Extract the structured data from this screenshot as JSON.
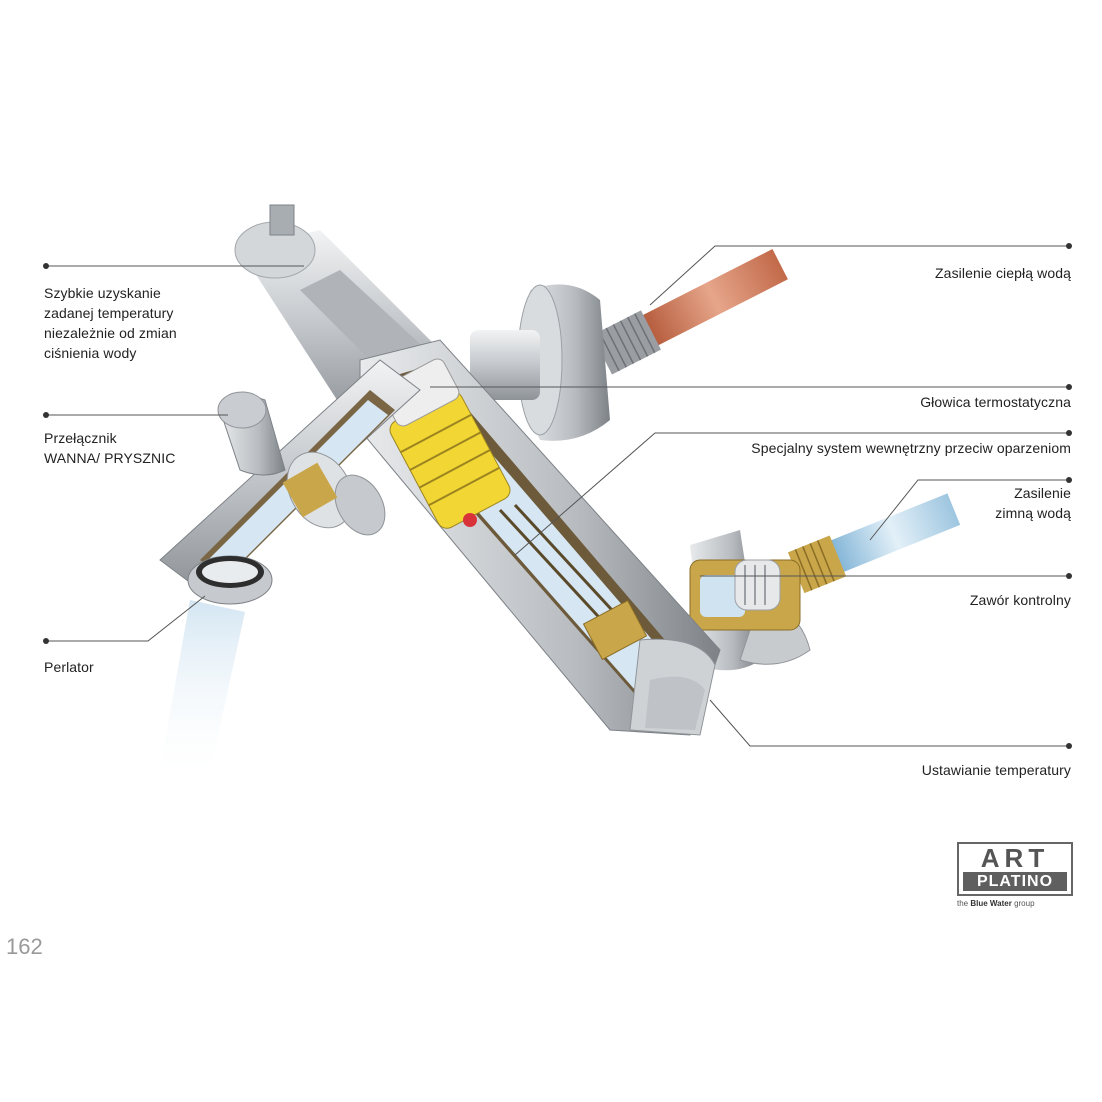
{
  "labels": {
    "temperature_speed": [
      "Szybkie uzyskanie",
      "zadanej temperatury",
      "niezależnie od zmian",
      "ciśnienia wody"
    ],
    "switch": [
      "Przełącznik",
      "WANNA/ PRYSZNIC"
    ],
    "aerator": [
      "Perlator"
    ],
    "hot_supply": [
      "Zasilenie ciepłą wodą"
    ],
    "thermostatic_head": [
      "Głowica termostatyczna"
    ],
    "anti_scald": [
      "Specjalny system wewnętrzny przeciw oparzeniom"
    ],
    "cold_supply": [
      "Zasilenie",
      "zimną wodą"
    ],
    "check_valve": [
      "Zawór kontrolny"
    ],
    "temp_setting": [
      "Ustawianie temperatury"
    ]
  },
  "logo": {
    "line1": "ART",
    "line2": "PLATINO",
    "tagline_prefix": "the ",
    "tagline_brand": "Blue Water",
    "tagline_suffix": " group"
  },
  "page_number": "162",
  "colors": {
    "leader": "#555555",
    "chrome": "#b8bcc0",
    "brass": "#c9a64a",
    "yellow": "#f2d633",
    "hot_pipe": "#c9714f",
    "cold_pipe": "#a9cfe6",
    "water": "#cfe3f1"
  }
}
